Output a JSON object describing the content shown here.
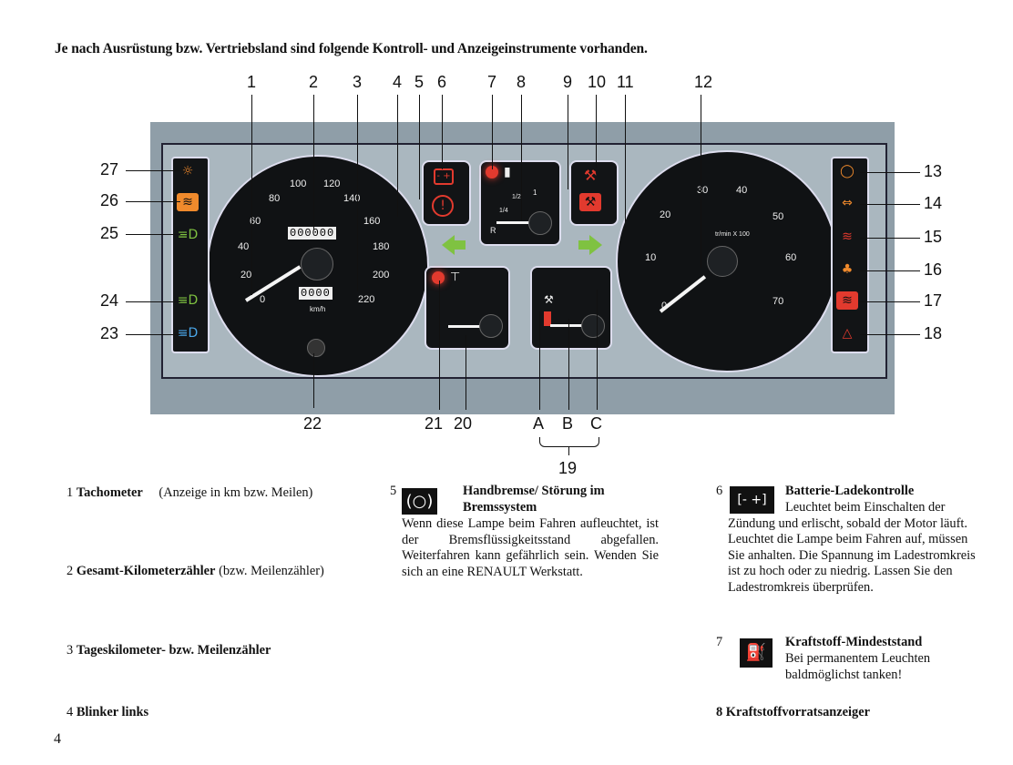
{
  "intro": "Je nach Ausrüstung bzw. Vertriebsland sind folgende Kontroll- und Anzeigeinstrumente vorhanden.",
  "callouts": {
    "top": [
      "1",
      "2",
      "3",
      "4",
      "5",
      "6",
      "7",
      "8",
      "9",
      "10",
      "11",
      "12"
    ],
    "left": [
      "27",
      "26",
      "25",
      "24",
      "23"
    ],
    "right": [
      "13",
      "14",
      "15",
      "16",
      "17",
      "18"
    ],
    "bottom": [
      "22",
      "21",
      "20",
      "A",
      "B",
      "C",
      "19"
    ]
  },
  "dash": {
    "odometer": "000000",
    "trip": "0000",
    "unit_speed": "km/h",
    "unit_rpm": "tr/min X 100",
    "speed_ticks": [
      "0",
      "20",
      "40",
      "60",
      "80",
      "100",
      "120",
      "140",
      "160",
      "180",
      "200",
      "220"
    ],
    "rpm_ticks": [
      "0",
      "10",
      "20",
      "30",
      "40",
      "50",
      "60",
      "70"
    ],
    "fuel_ticks": [
      "R",
      "1/4",
      "1/2",
      "1"
    ]
  },
  "colors": {
    "warning_red": "#e23a2e",
    "indicator_green": "#7fc241",
    "info_blue": "#4aa6e8",
    "amber": "#f08a2c"
  },
  "col1": {
    "item1_title": "Tachometer",
    "item1_text": "(Anzeige in km bzw. Meilen)",
    "item2_title": "Gesamt-Kilometerzähler",
    "item2_text": "(bzw. Meilenzähler)",
    "item3": "Tageskilometer- bzw. Meilenzähler",
    "item4": "Blinker links",
    "n1": "1",
    "n2": "2",
    "n3": "3",
    "n4": "4"
  },
  "col2": {
    "n": "5",
    "title": "Handbremse/ Störung im Bremssystem",
    "text": "Wenn diese Lampe beim Fahren aufleuchtet, ist der Bremsflüssigkeitsstand abgefallen. Weiterfahren kann gefährlich sein. Wenden Sie sich an eine RENAULT Werkstatt."
  },
  "col3": {
    "n6": "6",
    "title6": "Batterie-Ladekontrolle",
    "text6": "Leuchtet beim Einschalten der Zündung und erlischt, sobald der Motor läuft. Leuchtet die Lampe beim Fahren auf, müssen Sie anhalten. Die Spannung im Ladestromkreis ist zu hoch oder zu niedrig. Lassen Sie den Ladestromkreis überprüfen.",
    "n7": "7",
    "title7": "Kraftstoff-Mindeststand",
    "text7": "Bei permanentem Leuchten baldmöglichst tanken!",
    "item8": "8 Kraftstoffvorratsanzeiger"
  },
  "page_number": "4"
}
